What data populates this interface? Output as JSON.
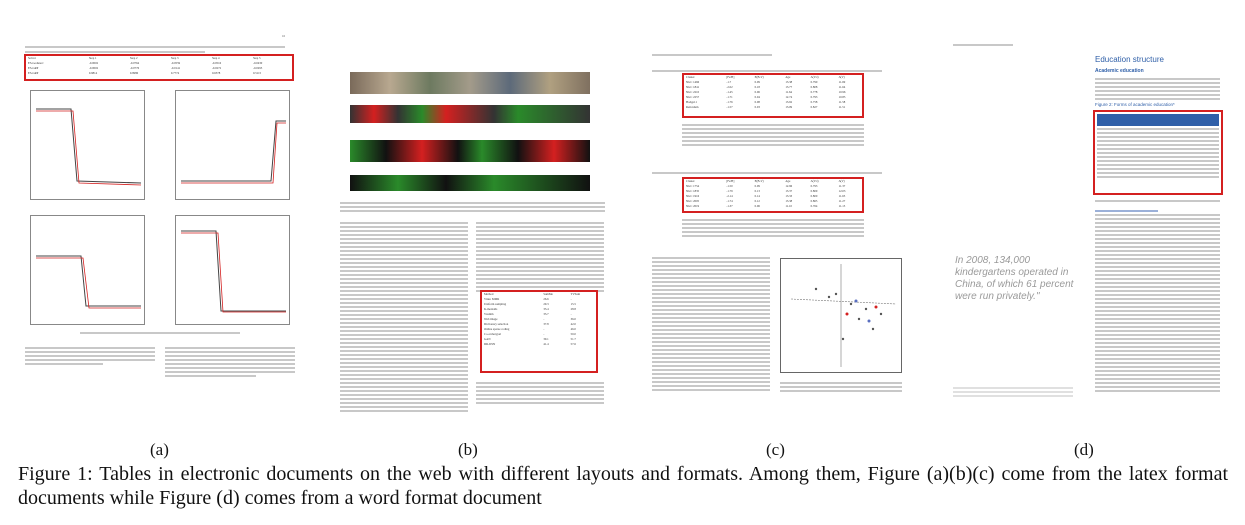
{
  "figure": {
    "caption": "Figure 1: Tables in electronic documents on the web with different layouts and formats. Among them, Figure (a)(b)(c) come from the latex format documents while Figure (d) comes from a word format document",
    "subcaptions": [
      "(a)",
      "(b)",
      "(c)",
      "(d)"
    ]
  },
  "panels": {
    "d": {
      "title": "Education structure",
      "subtitle": "Academic education",
      "table_caption": "Figure 2: Forms of academic education*",
      "quote": "In 2008, 134,000 kindergartens operated in China, of which 61 percent were run privately.\""
    }
  },
  "colors": {
    "highlight": "#d42020",
    "d_accent": "#2f5fa8",
    "d_quote": "#9a9a9a"
  }
}
